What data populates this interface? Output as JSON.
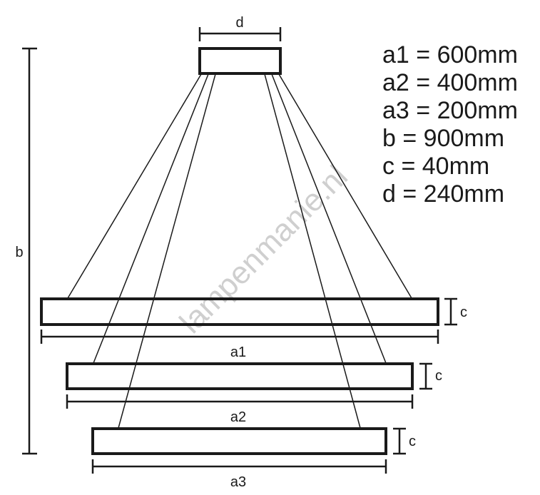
{
  "specs": [
    {
      "label": "a1 = 600mm"
    },
    {
      "label": "a2 = 400mm"
    },
    {
      "label": "a3 = 200mm"
    },
    {
      "label": "b = 900mm"
    },
    {
      "label": "c = 40mm"
    },
    {
      "label": "d = 240mm"
    }
  ],
  "labels": {
    "d": "d",
    "b": "b",
    "a1": "a1",
    "a2": "a2",
    "a3": "a3",
    "c1": "c",
    "c2": "c",
    "c3": "c"
  },
  "watermark": "lampenmanie.nl",
  "colors": {
    "line": "#1a1a1a",
    "watermark": "#cfcfcf"
  }
}
